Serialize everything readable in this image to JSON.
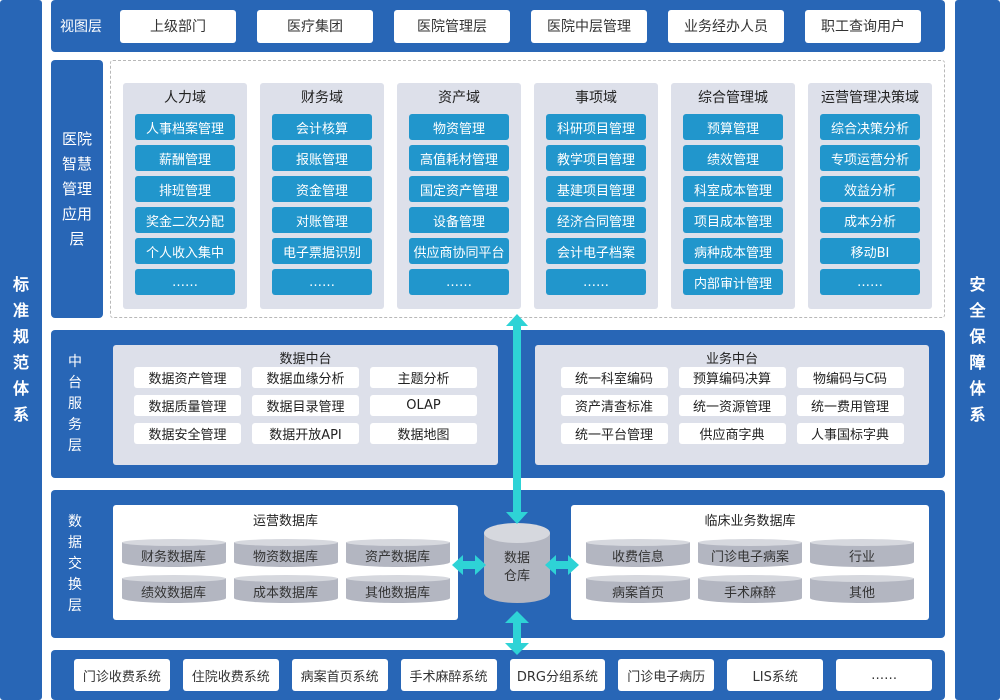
{
  "left_pillar": {
    "label": [
      "标",
      "准",
      "规",
      "范",
      "体",
      "系"
    ]
  },
  "right_pillar": {
    "label": [
      "安",
      "全",
      "保",
      "障",
      "体",
      "系"
    ]
  },
  "view_layer": {
    "title": "视图层",
    "items": [
      "上级部门",
      "医疗集团",
      "医院管理层",
      "医院中层管理",
      "业务经办人员",
      "职工查询用户"
    ]
  },
  "app_layer": {
    "title": [
      "医院",
      "智慧",
      "管理",
      "应用",
      "层"
    ],
    "domains": [
      {
        "title": "人力域",
        "items": [
          "人事档案管理",
          "薪酬管理",
          "排班管理",
          "奖金二次分配",
          "个人收入集中",
          "……"
        ]
      },
      {
        "title": "财务域",
        "items": [
          "会计核算",
          "报账管理",
          "资金管理",
          "对账管理",
          "电子票据识别",
          "……"
        ]
      },
      {
        "title": "资产域",
        "items": [
          "物资管理",
          "高值耗材管理",
          "国定资产管理",
          "设备管理",
          "供应商协同平台",
          "……"
        ]
      },
      {
        "title": "事项域",
        "items": [
          "科研项目管理",
          "教学项目管理",
          "基建项目管理",
          "经济合同管理",
          "会计电子档案",
          "……"
        ]
      },
      {
        "title": "综合管理城",
        "items": [
          "预算管理",
          "绩效管理",
          "科室成本管理",
          "项目成本管理",
          "病种成本管理",
          "内部审计管理"
        ]
      },
      {
        "title": "运营管理决策域",
        "items": [
          "综合决策分析",
          "专项运营分析",
          "效益分析",
          "成本分析",
          "移动BI",
          "……"
        ]
      }
    ]
  },
  "middle_layer": {
    "title": [
      "中",
      "台",
      "服",
      "务",
      "层"
    ],
    "data_platform": {
      "title": "数据中台",
      "items": [
        "数据资产管理",
        "数据血缘分析",
        "主题分析",
        "数据质量管理",
        "数据目录管理",
        "OLAP",
        "数据安全管理",
        "数据开放API",
        "数据地图"
      ]
    },
    "business_platform": {
      "title": "业务中台",
      "items": [
        "统一科室编码",
        "预算编码决算",
        "物编码与C码",
        "资产清查标准",
        "统一资源管理",
        "统一费用管理",
        "统一平台管理",
        "供应商字典",
        "人事国标字典"
      ]
    }
  },
  "exchange_layer": {
    "title": [
      "数",
      "据",
      "交",
      "换",
      "层"
    ],
    "ops_db": {
      "title": "运营数据库",
      "items": [
        "财务数据库",
        "物资数据库",
        "资产数据库",
        "绩效数据库",
        "成本数据库",
        "其他数据库"
      ]
    },
    "warehouse": {
      "label": [
        "数据",
        "仓库"
      ]
    },
    "clinical_db": {
      "title": "临床业务数据库",
      "items": [
        "收费信息",
        "门诊电子病案",
        "行业",
        "病案首页",
        "手术麻醉",
        "其他"
      ]
    }
  },
  "source_layer": {
    "items": [
      "门诊收费系统",
      "住院收费系统",
      "病案首页系统",
      "手术麻醉系统",
      "DRG分组系统",
      "门诊电子病历",
      "LIS系统",
      "……"
    ]
  },
  "colors": {
    "layer_blue": "#2866b6",
    "item_blue": "#2196cc",
    "panel_gray": "#dde0ea",
    "arrow_cyan": "#2ed3d6",
    "cylinder_gray": "#b3b6c1"
  }
}
